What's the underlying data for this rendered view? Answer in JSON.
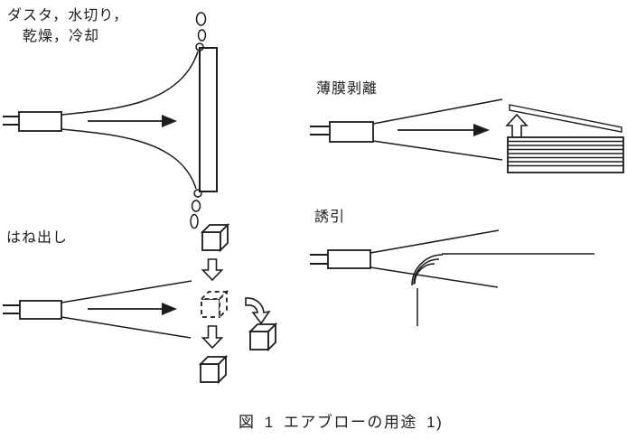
{
  "colors": {
    "ink": "#1c1c1c",
    "background": "#ffffff"
  },
  "figure_caption": "図 1 エアブローの用途 1)",
  "panels": {
    "duster": {
      "label_lines": [
        "ダスタ，水切り，",
        "乾燥，冷却"
      ]
    },
    "ejection": {
      "label": "はね出し"
    },
    "film_peeling": {
      "label": "薄膜剥離"
    },
    "entrainment": {
      "label": "誘引"
    }
  }
}
